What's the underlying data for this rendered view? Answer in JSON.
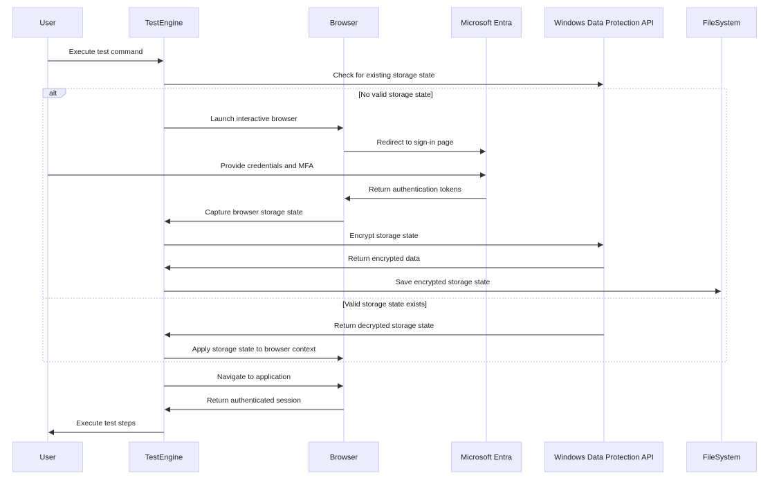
{
  "actors": [
    {
      "id": "user",
      "label": "User"
    },
    {
      "id": "engine",
      "label": "TestEngine"
    },
    {
      "id": "browser",
      "label": "Browser"
    },
    {
      "id": "entra",
      "label": "Microsoft Entra"
    },
    {
      "id": "dpapi",
      "label": "Windows Data Protection API"
    },
    {
      "id": "fs",
      "label": "FileSystem"
    }
  ],
  "messages": [
    {
      "from": "user",
      "to": "engine",
      "label": "Execute test command"
    },
    {
      "from": "engine",
      "to": "dpapi",
      "label": "Check for existing storage state"
    },
    {
      "from": "engine",
      "to": "browser",
      "label": "Launch interactive browser"
    },
    {
      "from": "browser",
      "to": "entra",
      "label": "Redirect to sign-in page"
    },
    {
      "from": "user",
      "to": "entra",
      "label": "Provide credentials and MFA"
    },
    {
      "from": "entra",
      "to": "browser",
      "label": "Return authentication tokens"
    },
    {
      "from": "browser",
      "to": "engine",
      "label": "Capture browser storage state"
    },
    {
      "from": "engine",
      "to": "dpapi",
      "label": "Encrypt storage state"
    },
    {
      "from": "dpapi",
      "to": "engine",
      "label": "Return encrypted data"
    },
    {
      "from": "engine",
      "to": "fs",
      "label": "Save encrypted storage state"
    },
    {
      "from": "dpapi",
      "to": "engine",
      "label": "Return decrypted storage state"
    },
    {
      "from": "engine",
      "to": "browser",
      "label": "Apply storage state to browser context"
    },
    {
      "from": "engine",
      "to": "browser",
      "label": "Navigate to application"
    },
    {
      "from": "browser",
      "to": "engine",
      "label": "Return authenticated session"
    },
    {
      "from": "engine",
      "to": "user",
      "label": "Execute test steps"
    }
  ],
  "alt_frame": {
    "label": "alt",
    "condition_1": "[No valid storage state]",
    "condition_2": "[Valid storage state exists]"
  }
}
